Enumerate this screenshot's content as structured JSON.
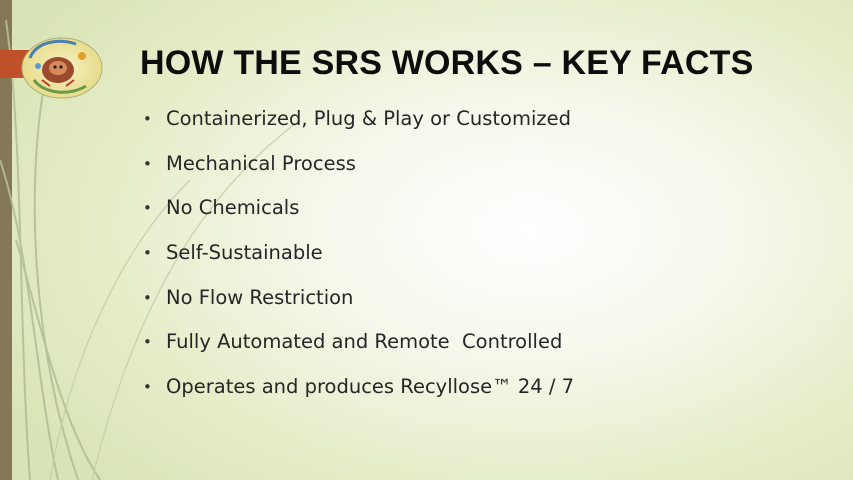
{
  "slide": {
    "title": "HOW THE SRS WORKS – KEY FACTS",
    "facts": [
      "Containerized, Plug & Play or Customized",
      "Mechanical Process",
      "No Chemicals",
      "Self-Sustainable",
      "No Flow Restriction",
      "Fully Automated and Remote  Controlled",
      "Operates and produces Recyllose™ 24 / 7"
    ],
    "bullet_glyph": "•"
  },
  "colors": {
    "title": "#0d0d0d",
    "text": "#262626",
    "accent_arrow": "#c0502a",
    "left_bar": "#857856",
    "stems": "#b3bf94"
  },
  "icons": {
    "logo": "circular-logo-icon",
    "title_arrow": "arrow-marker-icon"
  }
}
